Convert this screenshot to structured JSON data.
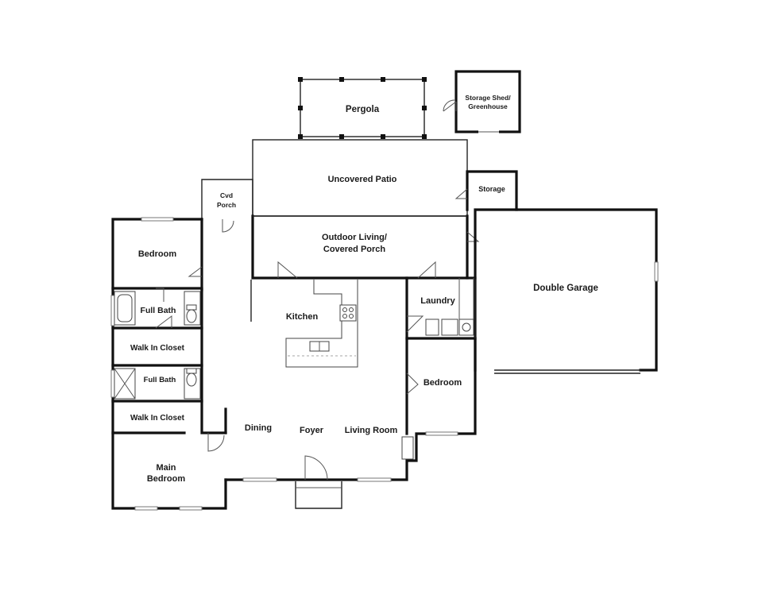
{
  "rooms": {
    "pergola": "Pergola",
    "storage_shed_1": "Storage Shed/",
    "storage_shed_2": "Greenhouse",
    "uncovered_patio": "Uncovered Patio",
    "storage": "Storage",
    "cvd_porch_1": "Cvd",
    "cvd_porch_2": "Porch",
    "outdoor_living_1": "Outdoor Living/",
    "outdoor_living_2": "Covered Porch",
    "bedroom_top": "Bedroom",
    "full_bath_top": "Full Bath",
    "kitchen": "Kitchen",
    "laundry": "Laundry",
    "double_garage": "Double Garage",
    "walk_in_closet_top": "Walk In Closet",
    "full_bath_bottom": "Full Bath",
    "bedroom_right": "Bedroom",
    "walk_in_closet_bottom": "Walk In Closet",
    "dining": "Dining",
    "foyer": "Foyer",
    "living_room": "Living Room",
    "main_bedroom_1": "Main",
    "main_bedroom_2": "Bedroom"
  }
}
